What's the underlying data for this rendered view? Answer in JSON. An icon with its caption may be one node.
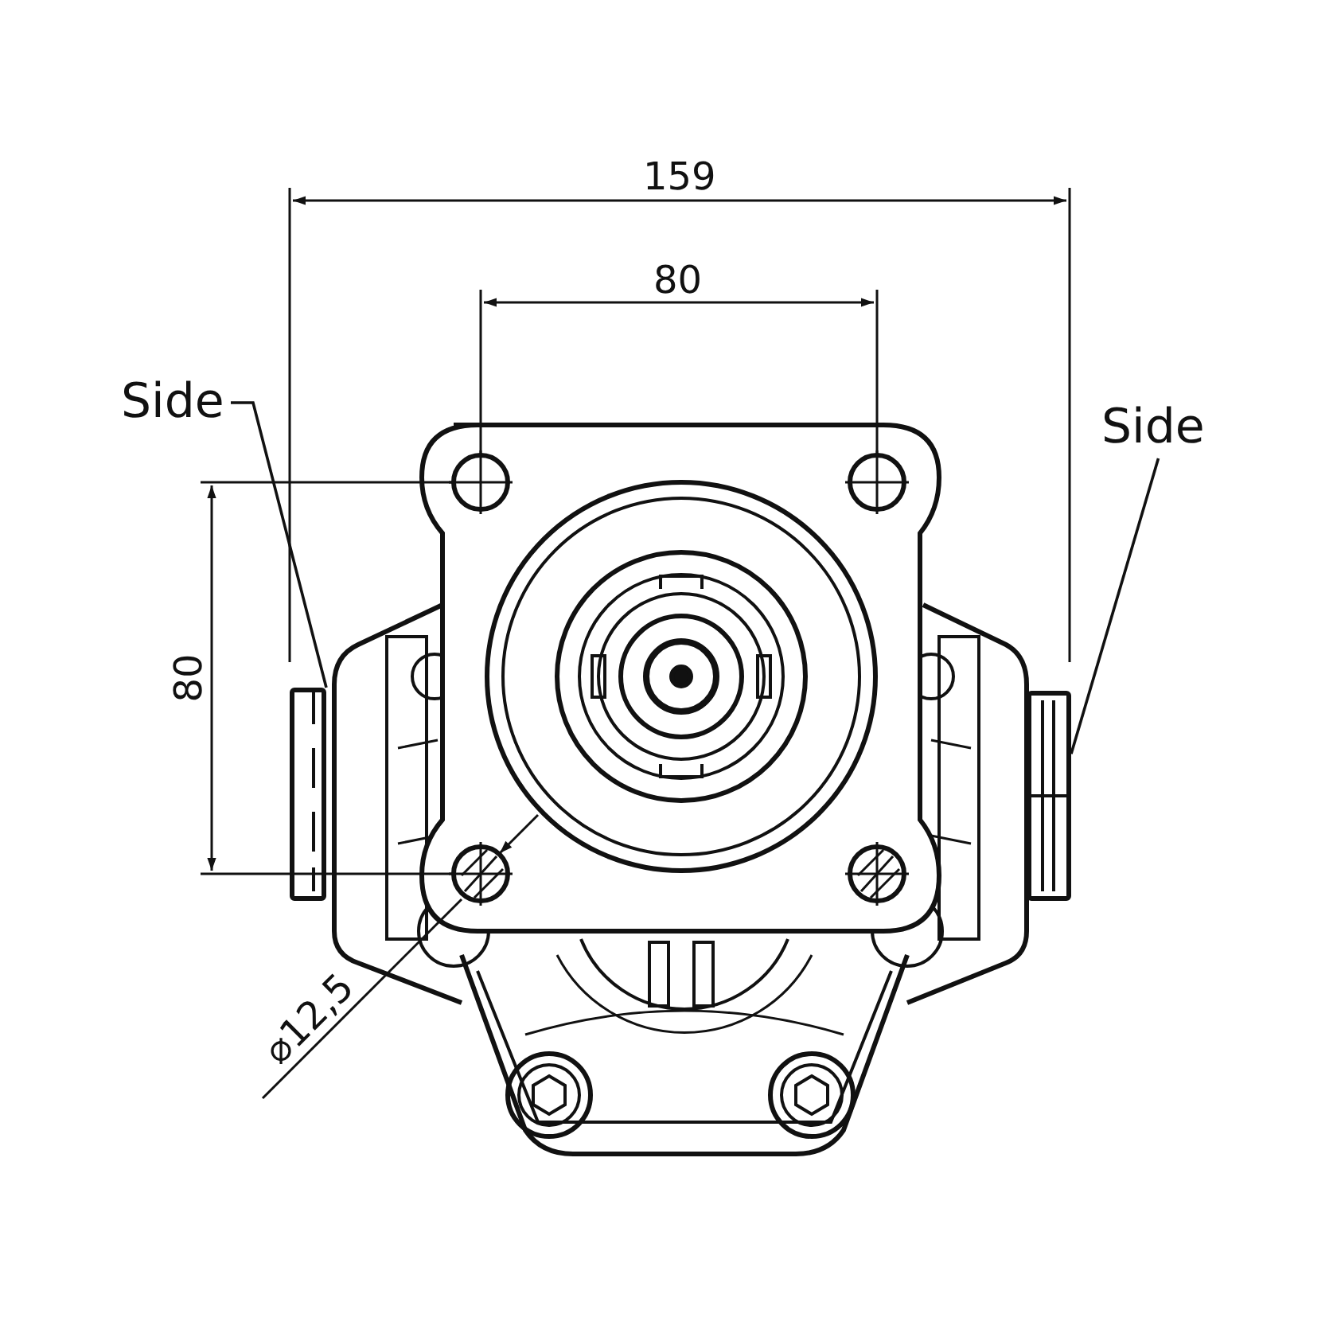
{
  "diagram": {
    "nodes": [
      {
        "text": [
          "Side"
        ]
      },
      {
        "text": [],
        "shape": "box"
      },
      {
        "text": [
          "Side"
        ]
      },
      {
        "text": [],
        "shape": "box"
      }
    ],
    "edges": [
      {
        "from": 0,
        "to": 1,
        "arrow": "none"
      },
      {
        "from": 2,
        "to": 3,
        "arrow": "none"
      }
    ],
    "labels": [
      "159",
      "80",
      "80",
      "⌀12,5"
    ]
  }
}
